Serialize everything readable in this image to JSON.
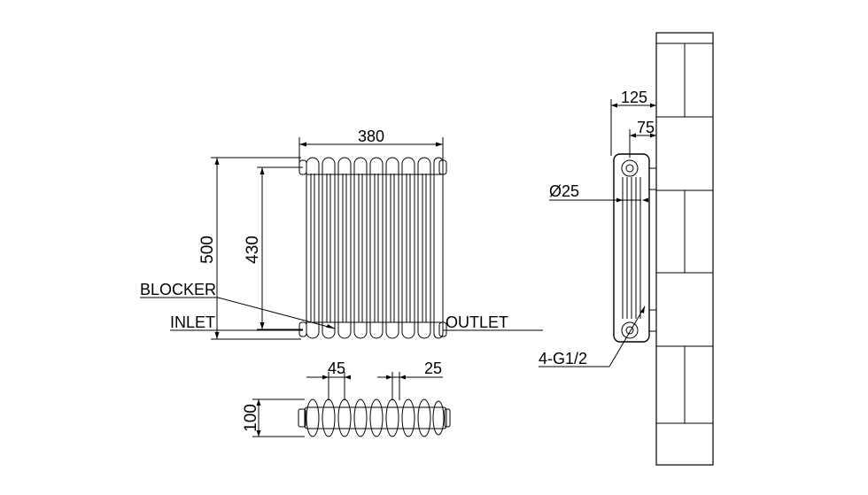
{
  "front_view": {
    "width_dim": "380",
    "height_dim": "500",
    "pipe_centres_dim": "430",
    "labels": {
      "blocker": "BLOCKER",
      "inlet": "INLET",
      "outlet": "OUTLET"
    }
  },
  "plan_view": {
    "pitch_dim": "45",
    "column_dim": "25",
    "depth_dim": "100"
  },
  "side_view": {
    "depth_dim": "125",
    "offset_dim": "75",
    "tube_dim": "Ø25",
    "connections": "4-G1/2"
  }
}
